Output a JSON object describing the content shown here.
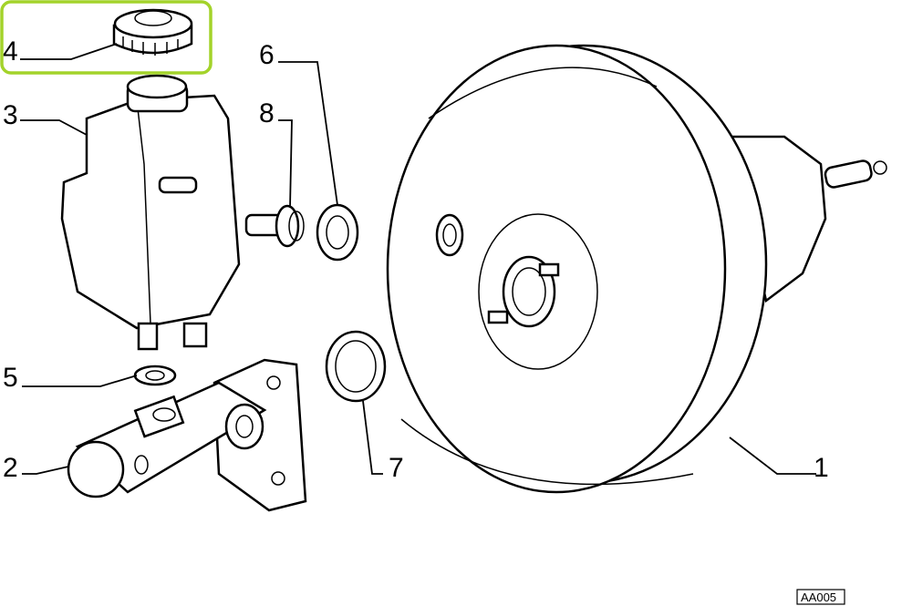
{
  "diagram": {
    "reference_code": "AA005",
    "highlight_color": "#a3d32a",
    "highlighted_part": "4",
    "parts": [
      {
        "number": "1",
        "name": "brake-booster"
      },
      {
        "number": "2",
        "name": "master-cylinder"
      },
      {
        "number": "3",
        "name": "fluid-reservoir"
      },
      {
        "number": "4",
        "name": "reservoir-cap"
      },
      {
        "number": "5",
        "name": "seal-washer"
      },
      {
        "number": "6",
        "name": "grommet"
      },
      {
        "number": "7",
        "name": "seal-ring"
      },
      {
        "number": "8",
        "name": "connector-fitting"
      }
    ]
  }
}
